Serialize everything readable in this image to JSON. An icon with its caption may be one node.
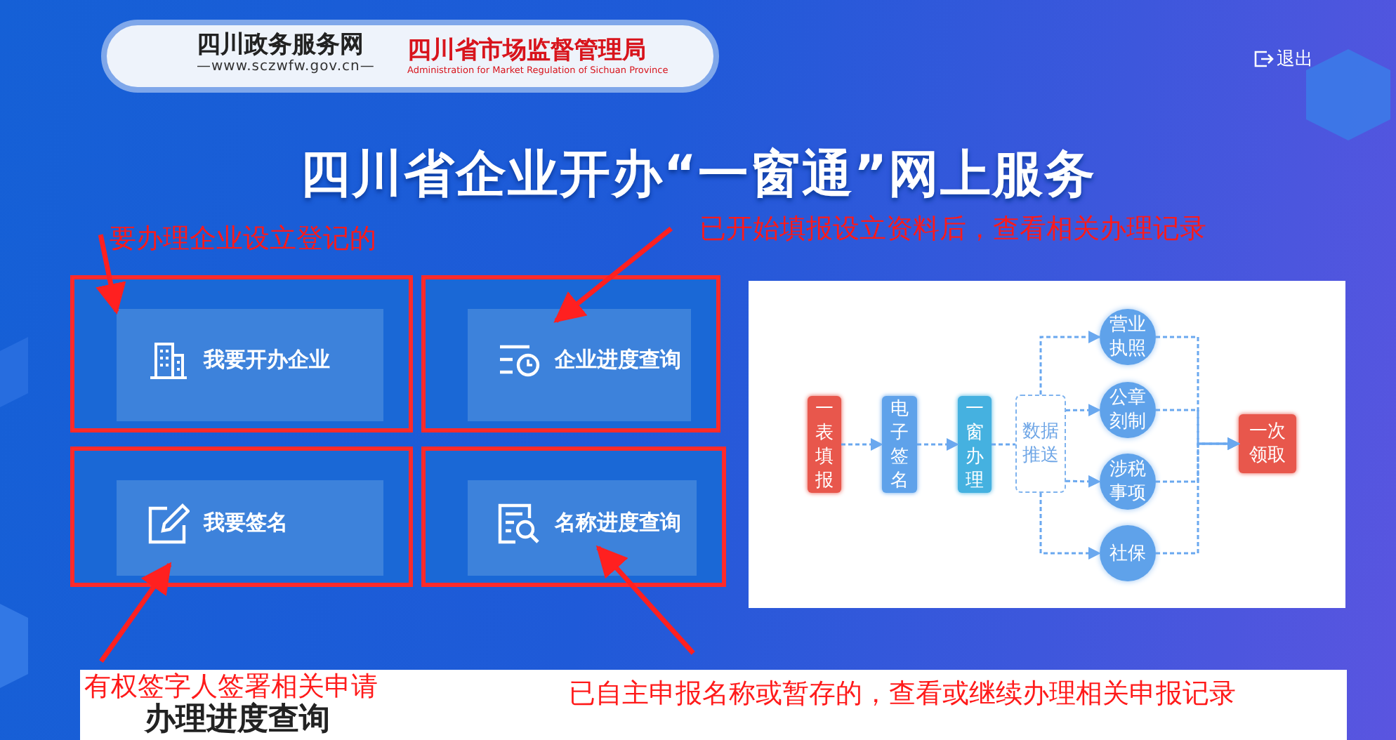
{
  "diagram": {
    "title": "四川省企业开办“一窗通”网上服务",
    "nodes": [
      {
        "text": [
          "要办理企业设立登记的"
        ]
      },
      {
        "text": [
          "已开始填报设立资料后，查看相关办理记录"
        ]
      },
      {
        "text": [
          "我要开办企业"
        ]
      },
      {
        "text": [
          "企业进度查询"
        ]
      },
      {
        "text": [
          "我要签名"
        ]
      },
      {
        "text": [
          "名称进度查询"
        ]
      },
      {
        "text": [
          "有权签字人签署相关申请"
        ]
      },
      {
        "text": [
          "已自主申报名称或暂存的，查看或继续办理相关申报记录"
        ]
      },
      {
        "text": [
          "一表填报"
        ]
      },
      {
        "text": [
          "电子签名"
        ]
      },
      {
        "text": [
          "一窗办理"
        ]
      },
      {
        "text": [
          "数据推送"
        ]
      },
      {
        "text": [
          "营业执照"
        ]
      },
      {
        "text": [
          "公章刻制"
        ]
      },
      {
        "text": [
          "涉税事项"
        ]
      },
      {
        "text": [
          "社保"
        ]
      },
      {
        "text": [
          "一次领取"
        ]
      }
    ],
    "edges": [
      {
        "from": 0,
        "to": 2,
        "arrow": "to",
        "style": "thick",
        "color": "#ff2020"
      },
      {
        "from": 1,
        "to": 3,
        "arrow": "to",
        "style": "thick",
        "color": "#ff2020"
      },
      {
        "from": 6,
        "to": 4,
        "arrow": "to",
        "style": "thick",
        "color": "#ff2020"
      },
      {
        "from": 7,
        "to": 5,
        "arrow": "to",
        "style": "thick",
        "color": "#ff2020"
      },
      {
        "from": 8,
        "to": 9,
        "arrow": "to",
        "style": "dashed"
      },
      {
        "from": 9,
        "to": 10,
        "arrow": "to",
        "style": "dashed"
      },
      {
        "from": 10,
        "to": 11,
        "arrow": "none",
        "style": "dashed"
      },
      {
        "from": 11,
        "to": 12,
        "arrow": "to",
        "style": "dashed"
      },
      {
        "from": 11,
        "to": 13,
        "arrow": "to",
        "style": "dashed"
      },
      {
        "from": 11,
        "to": 14,
        "arrow": "to",
        "style": "dashed"
      },
      {
        "from": 11,
        "to": 15,
        "arrow": "to",
        "style": "dashed"
      },
      {
        "from": 12,
        "to": 16,
        "arrow": "to",
        "style": "dashed"
      },
      {
        "from": 13,
        "to": 16,
        "arrow": "to",
        "style": "dashed"
      },
      {
        "from": 14,
        "to": 16,
        "arrow": "to",
        "style": "dashed"
      },
      {
        "from": 15,
        "to": 16,
        "arrow": "to",
        "style": "dashed"
      }
    ],
    "labels": [
      "四川政务服务网",
      "—www.sczwfw.gov.cn—",
      "四川省市场监督管理局",
      "Administration for Market Regulation of Sichuan Province",
      "退出",
      "办理进度查询"
    ]
  }
}
